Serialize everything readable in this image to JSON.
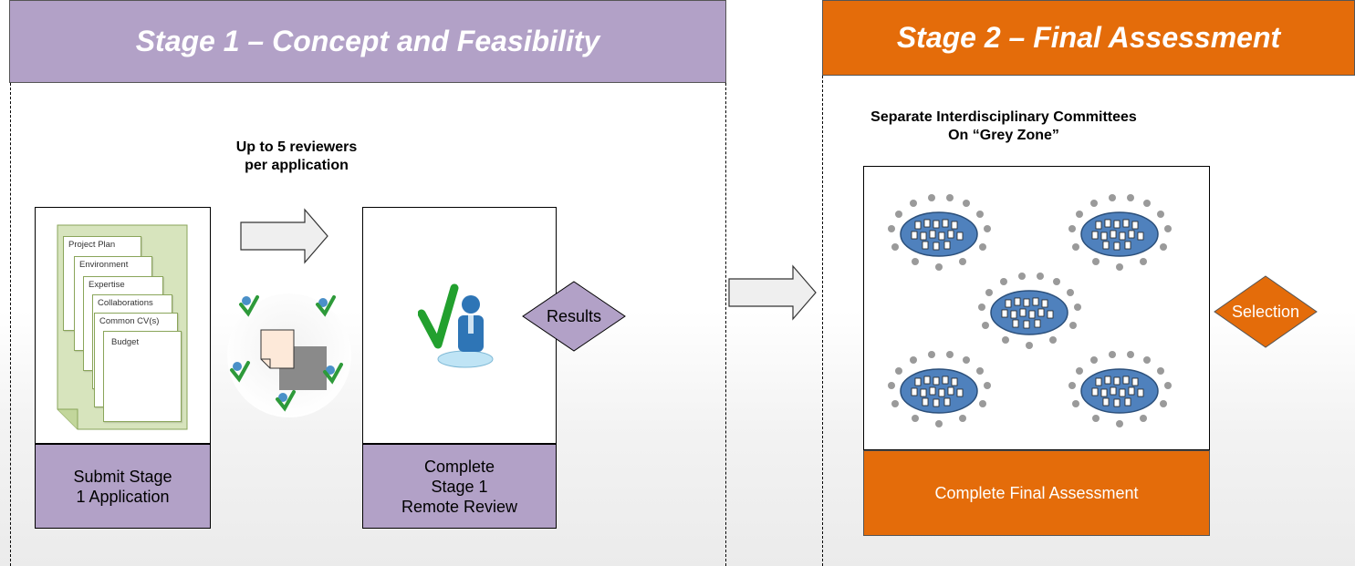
{
  "stage1": {
    "title": "Stage 1 – Concept and Feasibility",
    "reviewers_line1": "Up to 5 reviewers",
    "reviewers_line2": "per application",
    "documents": [
      "Project Plan",
      "Environment",
      "Expertise",
      "Collaborations",
      "Common CV(s)",
      "Budget"
    ],
    "submit_line1": "Submit Stage",
    "submit_line2": "1 Application",
    "review_line1": "Complete",
    "review_line2": "Stage 1",
    "review_line3": "Remote Review",
    "results_label": "Results"
  },
  "stage2": {
    "title": "Stage 2 – Final Assessment",
    "committees_line1": "Separate Interdisciplinary Committees",
    "committees_line2": "On “Grey Zone”",
    "assessment_label": "Complete Final Assessment",
    "selection_label": "Selection"
  },
  "colors": {
    "stage1": "#b2a1c7",
    "stage2": "#e46c0a",
    "document_green": "#d7e4bd",
    "table_blue": "#4f81bd"
  }
}
